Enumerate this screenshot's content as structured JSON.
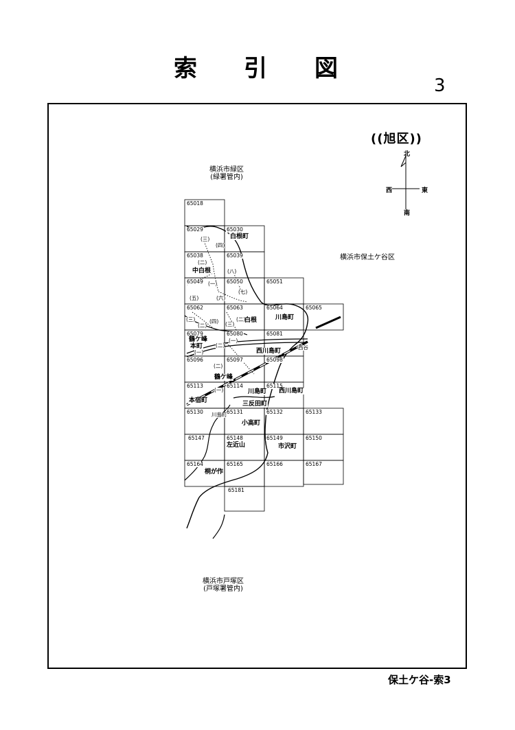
{
  "title": {
    "chars": [
      "索",
      "引",
      "図"
    ]
  },
  "page_number": "3",
  "ward": "((旭区))",
  "compass": {
    "north": "北",
    "south": "南",
    "west": "西",
    "east": "東"
  },
  "regions": {
    "midori_line1": "横浜市緑区",
    "midori_line2": "(緑署管内)",
    "hodogaya": "横浜市保土ケ谷区",
    "totsuka_line1": "横浜市戸塚区",
    "totsuka_line2": "(戸塚署管内)"
  },
  "cells": [
    "65018",
    "65029",
    "65030",
    "65038",
    "65039",
    "65049",
    "65050",
    "65051",
    "65062",
    "65063",
    "65064",
    "65065",
    "65079",
    "65080",
    "65081",
    "65096",
    "65097",
    "65098",
    "65113",
    "65114",
    "65115",
    "65130",
    "65131",
    "65132",
    "65133",
    "65147",
    "65148",
    "65149",
    "65150",
    "65164",
    "65165",
    "65166",
    "65167",
    "65181"
  ],
  "places": {
    "shirane_cho": "白根町",
    "naka_shirane": "中白根",
    "shirane": "白根",
    "kawashima_cho": "川島町",
    "tsurugamine_honcho_1": "鶴ケ峰",
    "tsurugamine_honcho_2": "本町",
    "nishi_kawashima_1": "西川島町",
    "nishiya": "西谷",
    "tsurugamine": "鶴ケ峰",
    "kawashima_cho2": "川島町",
    "nishi_kawashima_2": "西川島町",
    "honjuku_cho": "本宿町",
    "mitsukyo_cho": "三反田町",
    "kawashima_small": "川島町",
    "kotaka_cho": "小高町",
    "sakonyama": "左近山",
    "ichizawa_cho": "市沢町",
    "kirigasaku": "桐が作"
  },
  "subs": {
    "s3a": "(三)",
    "s4a": "(四)",
    "s2a": "(二)",
    "s8": "(八)",
    "s1a": "(一)",
    "s7": "(七)",
    "s5": "(五)",
    "s6": "(六)",
    "s3b": "(三)",
    "s2b": "(二)",
    "s4b": "(四)",
    "s2c": "(二)",
    "s3c": "(三)",
    "s1b": "(一)",
    "s2d": "(二)",
    "s1c": "(一)",
    "s2e": "(二)",
    "s1d": "(一)"
  },
  "footer": "保土ケ谷-索3"
}
